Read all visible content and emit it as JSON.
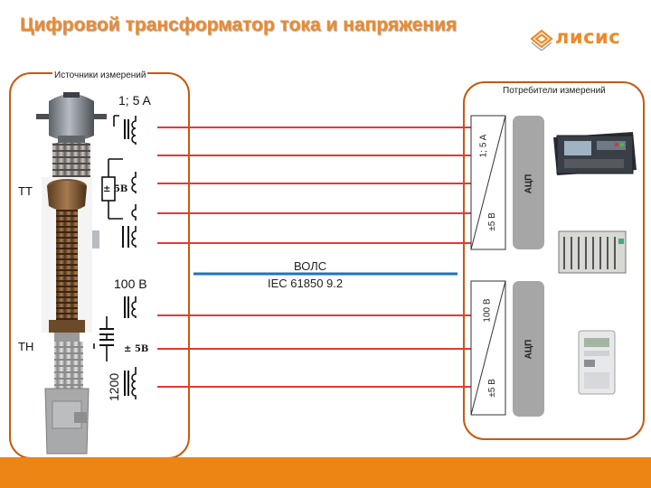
{
  "title": "Цифровой трансформатор тока и напряжения",
  "logo": {
    "text": "лисис",
    "icon": "lisis-logo-icon"
  },
  "source_panel": {
    "label": "Источники измерений",
    "tt_label": "ТТ",
    "tn_label": "ТН",
    "current_rating": "1; 5 A",
    "voltage_rating": "100 В",
    "high_voltage_rating": "1200",
    "tt_divider_label": "± 5В",
    "tn_divider_label": "± 5В"
  },
  "link": {
    "fiber_label": "ВОЛС",
    "protocol_label": "IEC 61850 9.2"
  },
  "consumer_panel": {
    "label": "Потребители измерений",
    "current_input": {
      "top_label": "1; 5 A",
      "bottom_label": "±5 В",
      "adc_label": "АЦП"
    },
    "voltage_input": {
      "top_label": "100 В",
      "bottom_label": "±5 В",
      "adc_label": "АЦП"
    },
    "devices": [
      "relay-protection-device",
      "rack-controller-device",
      "electricity-meter-device"
    ]
  },
  "colors": {
    "accent": "#ec8513",
    "signal_line": "#e53935",
    "fiber_line": "#1e73be",
    "panel_border": "#c55a11"
  }
}
